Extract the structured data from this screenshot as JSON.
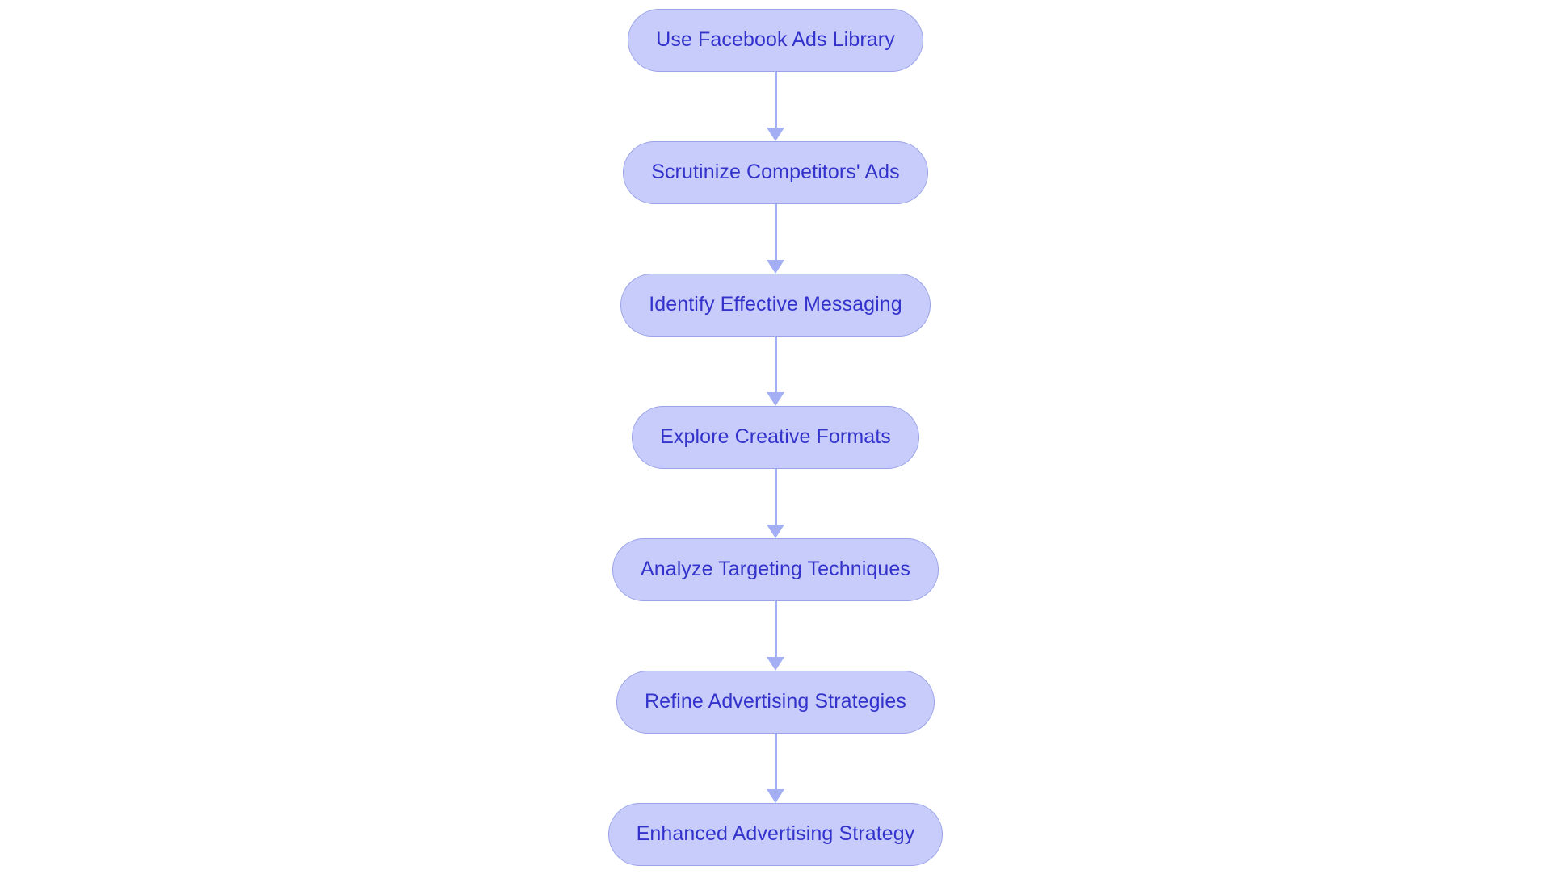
{
  "diagram": {
    "type": "flowchart",
    "orientation": "vertical-top-to-bottom",
    "title": "",
    "colors": {
      "node_fill": "#c8ccfa",
      "node_border": "#9aa3e8",
      "node_text": "#3333cc",
      "connector": "#a3aef5",
      "background": "#ffffff"
    },
    "nodes": [
      {
        "id": "node-1",
        "label": "Use Facebook Ads Library",
        "shape": "pill"
      },
      {
        "id": "node-2",
        "label": "Scrutinize Competitors' Ads",
        "shape": "pill"
      },
      {
        "id": "node-3",
        "label": "Identify Effective Messaging",
        "shape": "pill"
      },
      {
        "id": "node-4",
        "label": "Explore Creative Formats",
        "shape": "pill"
      },
      {
        "id": "node-5",
        "label": "Analyze Targeting Techniques",
        "shape": "pill"
      },
      {
        "id": "node-6",
        "label": "Refine Advertising Strategies",
        "shape": "pill"
      },
      {
        "id": "node-7",
        "label": "Enhanced Advertising Strategy",
        "shape": "pill"
      }
    ],
    "edges": [
      {
        "from": "node-1",
        "to": "node-2",
        "style": "arrow-down",
        "label": ""
      },
      {
        "from": "node-2",
        "to": "node-3",
        "style": "arrow-down",
        "label": ""
      },
      {
        "from": "node-3",
        "to": "node-4",
        "style": "arrow-down",
        "label": ""
      },
      {
        "from": "node-4",
        "to": "node-5",
        "style": "arrow-down",
        "label": ""
      },
      {
        "from": "node-5",
        "to": "node-6",
        "style": "arrow-down",
        "label": ""
      },
      {
        "from": "node-6",
        "to": "node-7",
        "style": "arrow-down",
        "label": ""
      }
    ]
  }
}
